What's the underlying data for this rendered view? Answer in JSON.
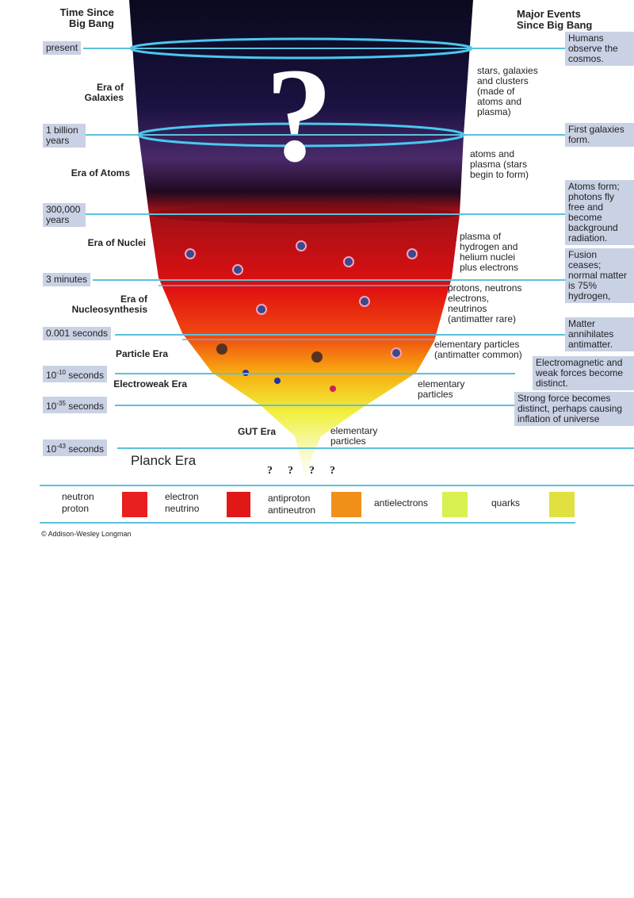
{
  "headers": {
    "left": "Time Since Big Bang",
    "right": "Major Events Since Big Bang"
  },
  "times": [
    {
      "base": "present",
      "exp": ""
    },
    {
      "base": "1 billion years",
      "exp": ""
    },
    {
      "base": "300,000 years",
      "exp": ""
    },
    {
      "base": "3 minutes",
      "exp": ""
    },
    {
      "base": "0.001 seconds",
      "exp": ""
    },
    {
      "base": "10",
      "exp": "-10",
      "unit": " seconds"
    },
    {
      "base": "10",
      "exp": "-35",
      "unit": " seconds"
    },
    {
      "base": "10",
      "exp": "-43",
      "unit": " seconds"
    }
  ],
  "eras": [
    "Era of Galaxies",
    "Era of Atoms",
    "Era of Nuclei",
    "Era of Nucleosynthesis",
    "Particle Era",
    "Electroweak Era",
    "GUT Era",
    "Planck Era"
  ],
  "descriptions": [
    "stars, galaxies and clusters (made of atoms and plasma)",
    "atoms and plasma (stars begin to form)",
    "plasma of hydrogen and helium nuclei plus electrons",
    "protons, neutrons electrons, neutrinos (antimatter rare)",
    "elementary particles (antimatter common)",
    "elementary particles",
    "elementary particles"
  ],
  "events": [
    "Humans observe the cosmos.",
    "First galaxies form.",
    "Atoms form; photons fly free and become background radiation.",
    "Fusion ceases; normal matter is 75% hydrogen,",
    "Matter annihilates antimatter.",
    "Electromagnetic and weak forces become distinct.",
    "Strong force becomes distinct, perhaps causing inflation of universe"
  ],
  "big_question": "?",
  "planck_questions": [
    "?",
    "?",
    "?",
    "?"
  ],
  "legend": {
    "neutron": "neutron",
    "proton": "proton",
    "electron": "electron",
    "neutrino": "neutrino",
    "antiproton": "antiproton",
    "antineutron": "antineutron",
    "antielectrons": "antielectrons",
    "quarks": "quarks"
  },
  "copyright": "© Addison-Wesley Longman",
  "colors": {
    "line": "#5cc0dc",
    "box": "#c9d1e4"
  }
}
